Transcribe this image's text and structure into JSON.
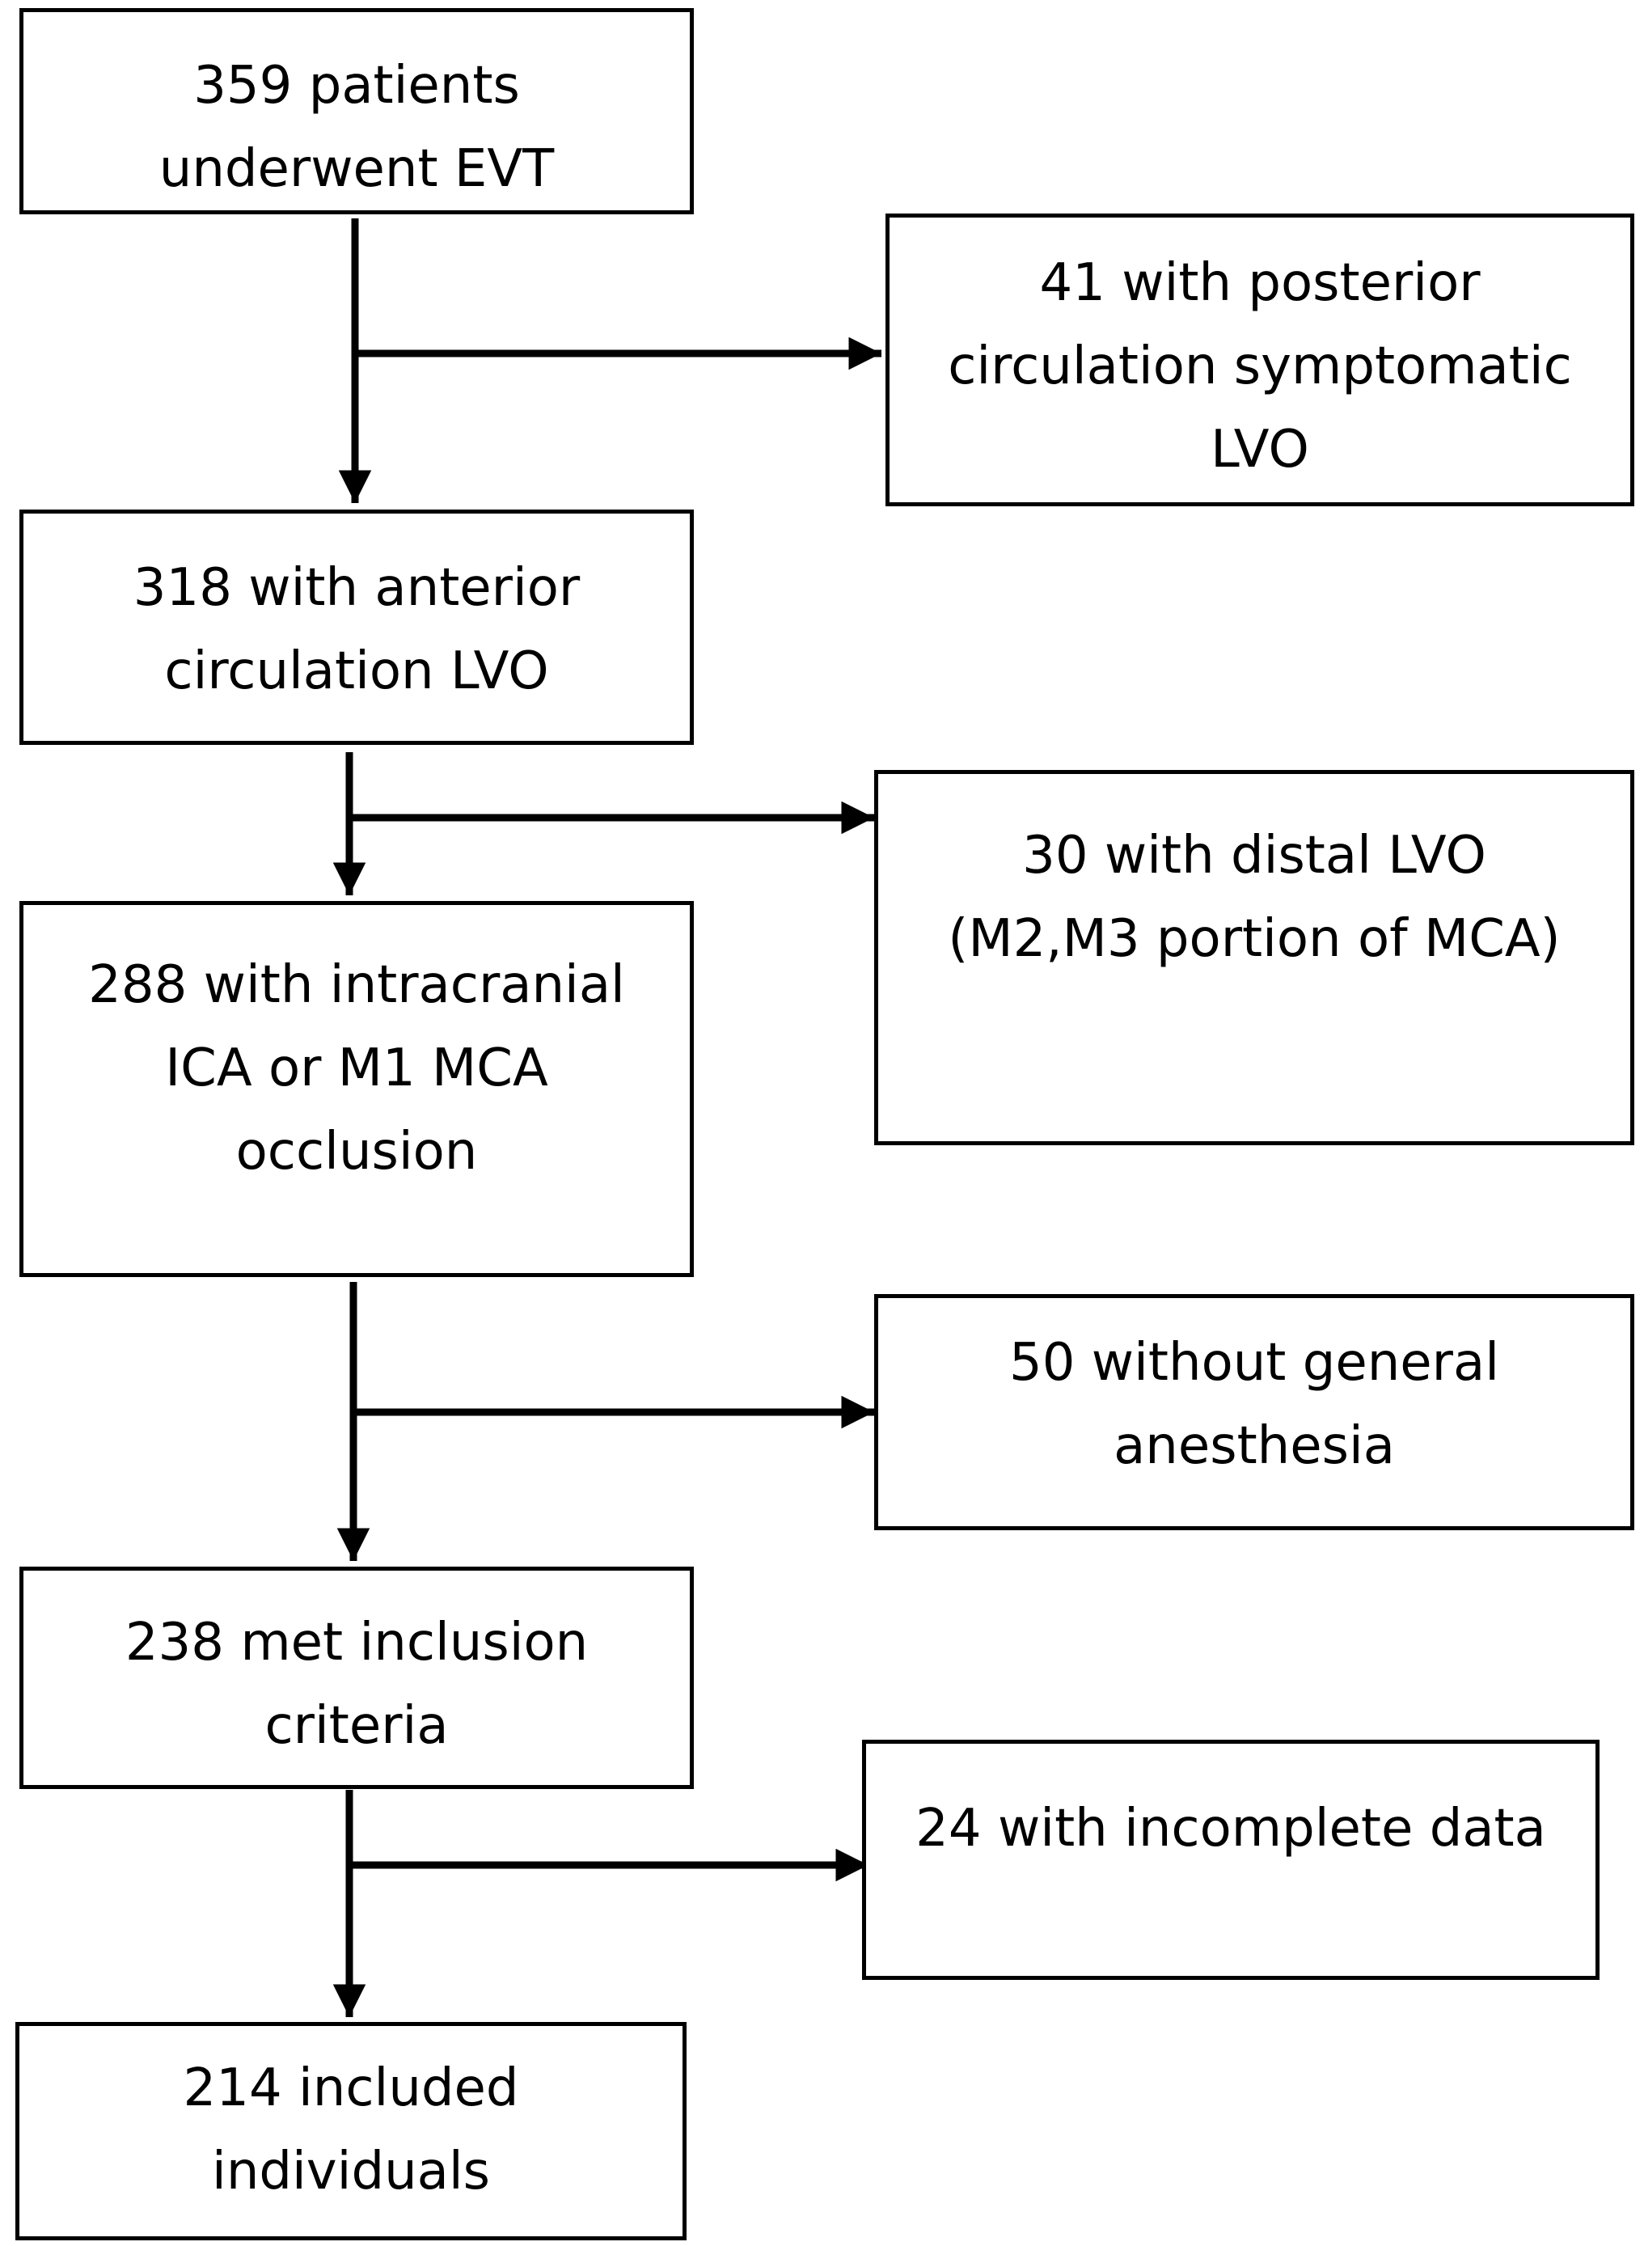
{
  "flowchart": {
    "main_steps": [
      {
        "id": "step-1",
        "lines": [
          "359 patients",
          "underwent EVT"
        ]
      },
      {
        "id": "step-2",
        "lines": [
          "318 with anterior",
          "circulation LVO"
        ]
      },
      {
        "id": "step-3",
        "lines": [
          "288 with intracranial",
          "ICA or M1 MCA",
          "occlusion"
        ]
      },
      {
        "id": "step-4",
        "lines": [
          "238 met inclusion",
          "criteria"
        ]
      },
      {
        "id": "step-5",
        "lines": [
          "214 included",
          "individuals"
        ]
      }
    ],
    "exclusions": [
      {
        "id": "exclusion-1",
        "lines": [
          "41 with posterior",
          "circulation symptomatic",
          "LVO"
        ]
      },
      {
        "id": "exclusion-2",
        "lines": [
          "30 with distal LVO",
          "(M2,M3 portion of MCA)"
        ]
      },
      {
        "id": "exclusion-3",
        "lines": [
          "50 without general",
          "anesthesia"
        ]
      },
      {
        "id": "exclusion-4",
        "lines": [
          "24 with incomplete data"
        ]
      }
    ]
  }
}
